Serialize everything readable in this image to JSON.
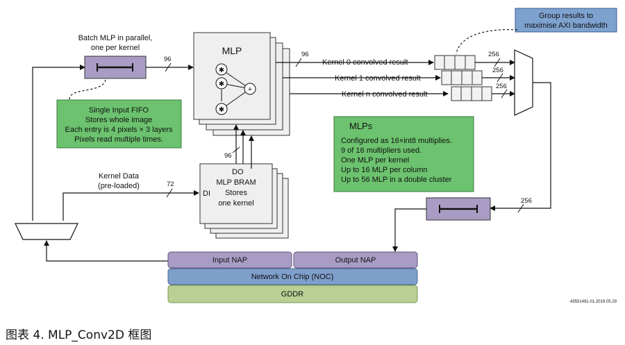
{
  "batch_label": [
    "Batch MLP in parallel,",
    "one per kernel"
  ],
  "fifo_note": [
    "Single Input FIFO",
    "Stores whole image",
    "Each entry is 4 pixels × 3 layers",
    "Pixels read multiple times."
  ],
  "mlp_title": "MLP",
  "bus_widths": {
    "fifo_to_mlp": "96",
    "mlp_to_result": "96",
    "bram_to_mlp": "96",
    "kernel_data": "72",
    "mux_out_0": "256",
    "mux_out_1": "256",
    "mux_out_2": "256",
    "to_output_fifo": "256"
  },
  "results": [
    "Kernel 0 convolved result",
    "Kernel 1 convolved result",
    "Kernel n convolved result"
  ],
  "group_note": [
    "Group results to",
    "maximise AXI bandwidth"
  ],
  "kernel_data_label": [
    "Kernel Data",
    "(pre-loaded)"
  ],
  "bram": {
    "do_label": "DO",
    "di_label": "DI",
    "text": [
      "MLP BRAM",
      "Stores",
      "one kernel"
    ]
  },
  "mlps_note": {
    "title": "MLPs",
    "lines": [
      "Configured as 16×int8 multiplies.",
      "9 of 16 multipliers used.",
      "One MLP per kernel",
      "Up to 16 MLP per column",
      "Up to 56 MLP in a double cluster"
    ]
  },
  "noc": {
    "input_nap": "Input NAP",
    "output_nap": "Output NAP",
    "network": "Network On Chip (NOC)",
    "gddr": "GDDR"
  },
  "doc_id": "43551491-01.2019.05.29",
  "caption": "图表 4. MLP_Conv2D 框图",
  "colors": {
    "purple": "#a99cc4",
    "green": "#6cc26e",
    "blue_note": "#7ea2cf",
    "noc_blue": "#7f9fcb",
    "gddr_green": "#b9cf94",
    "box_grey": "#efefef"
  }
}
